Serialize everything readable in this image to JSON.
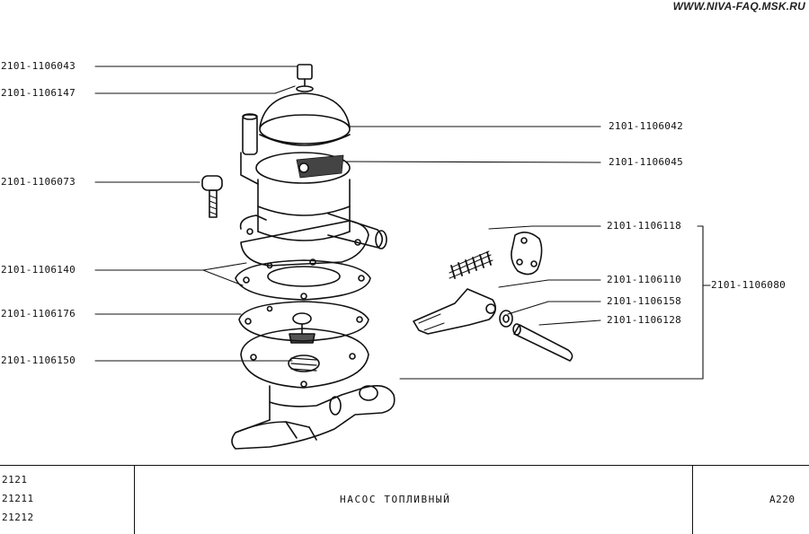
{
  "watermark": "WWW.NIVA-FAQ.MSK.RU",
  "callouts": {
    "bolt": "2101-1106043",
    "washer": "2101-1106147",
    "cover": "2101-1106042",
    "filter": "2101-1106045",
    "screw": "2101-1106073",
    "gaskets": "2101-1106140",
    "upper_valve": "2101-1106176",
    "diaphragm_spring": "2101-1106150",
    "spring": "2101-1106118",
    "lever": "2101-1106110",
    "seal_washer": "2101-1106158",
    "pin": "2101-1106128",
    "lever_assembly": "2101-1106080"
  },
  "title_block": {
    "models": [
      "2121",
      "21211",
      "21212"
    ],
    "title": "НАСОС ТОПЛИВНЫЙ",
    "code": "A220"
  }
}
